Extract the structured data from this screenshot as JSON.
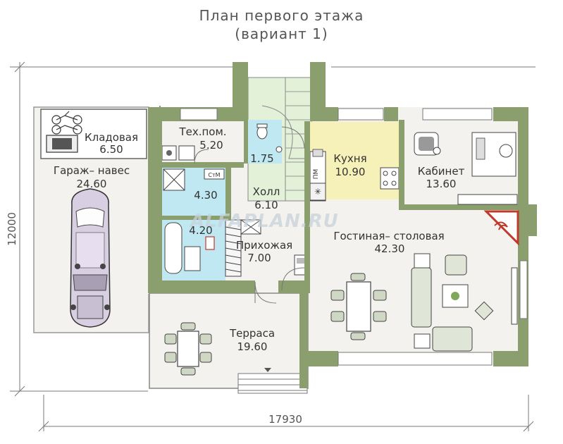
{
  "title": {
    "line1": "План первого этажа",
    "line2": "(вариант 1)"
  },
  "dimensions": {
    "width": "17930",
    "height": "12000"
  },
  "watermark": "ALFAPLAN.RU",
  "rooms": {
    "storage": {
      "name": "Кладовая",
      "area": "6.50"
    },
    "garage": {
      "name": "Гараж– навес",
      "area": "24.60"
    },
    "tech": {
      "name": "Тех.пом.",
      "area": "5.20"
    },
    "wc": {
      "area": "1.75"
    },
    "kitchen": {
      "name": "Кухня",
      "area": "10.90"
    },
    "office": {
      "name": "Кабинет",
      "area": "13.60"
    },
    "bath1": {
      "area": "4.30"
    },
    "bath2": {
      "area": "4.20"
    },
    "hall": {
      "name": "Холл",
      "area": "6.10"
    },
    "entry": {
      "name": "Прихожая",
      "area": "7.00"
    },
    "living": {
      "name": "Гостиная– столовая",
      "area": "42.30"
    },
    "terrace": {
      "name": "Терраса",
      "area": "19.60"
    }
  },
  "fixtures": {
    "washer": "СтМ",
    "dishwasher": "ПМ"
  },
  "colors": {
    "wall": "#8a9e6e",
    "kitchen": "#f6f1b8",
    "bathroom": "#bfe8f2",
    "stairs": "#e2f1d8",
    "floor": "#f3f2ef",
    "fireplace": "#c0392b"
  }
}
